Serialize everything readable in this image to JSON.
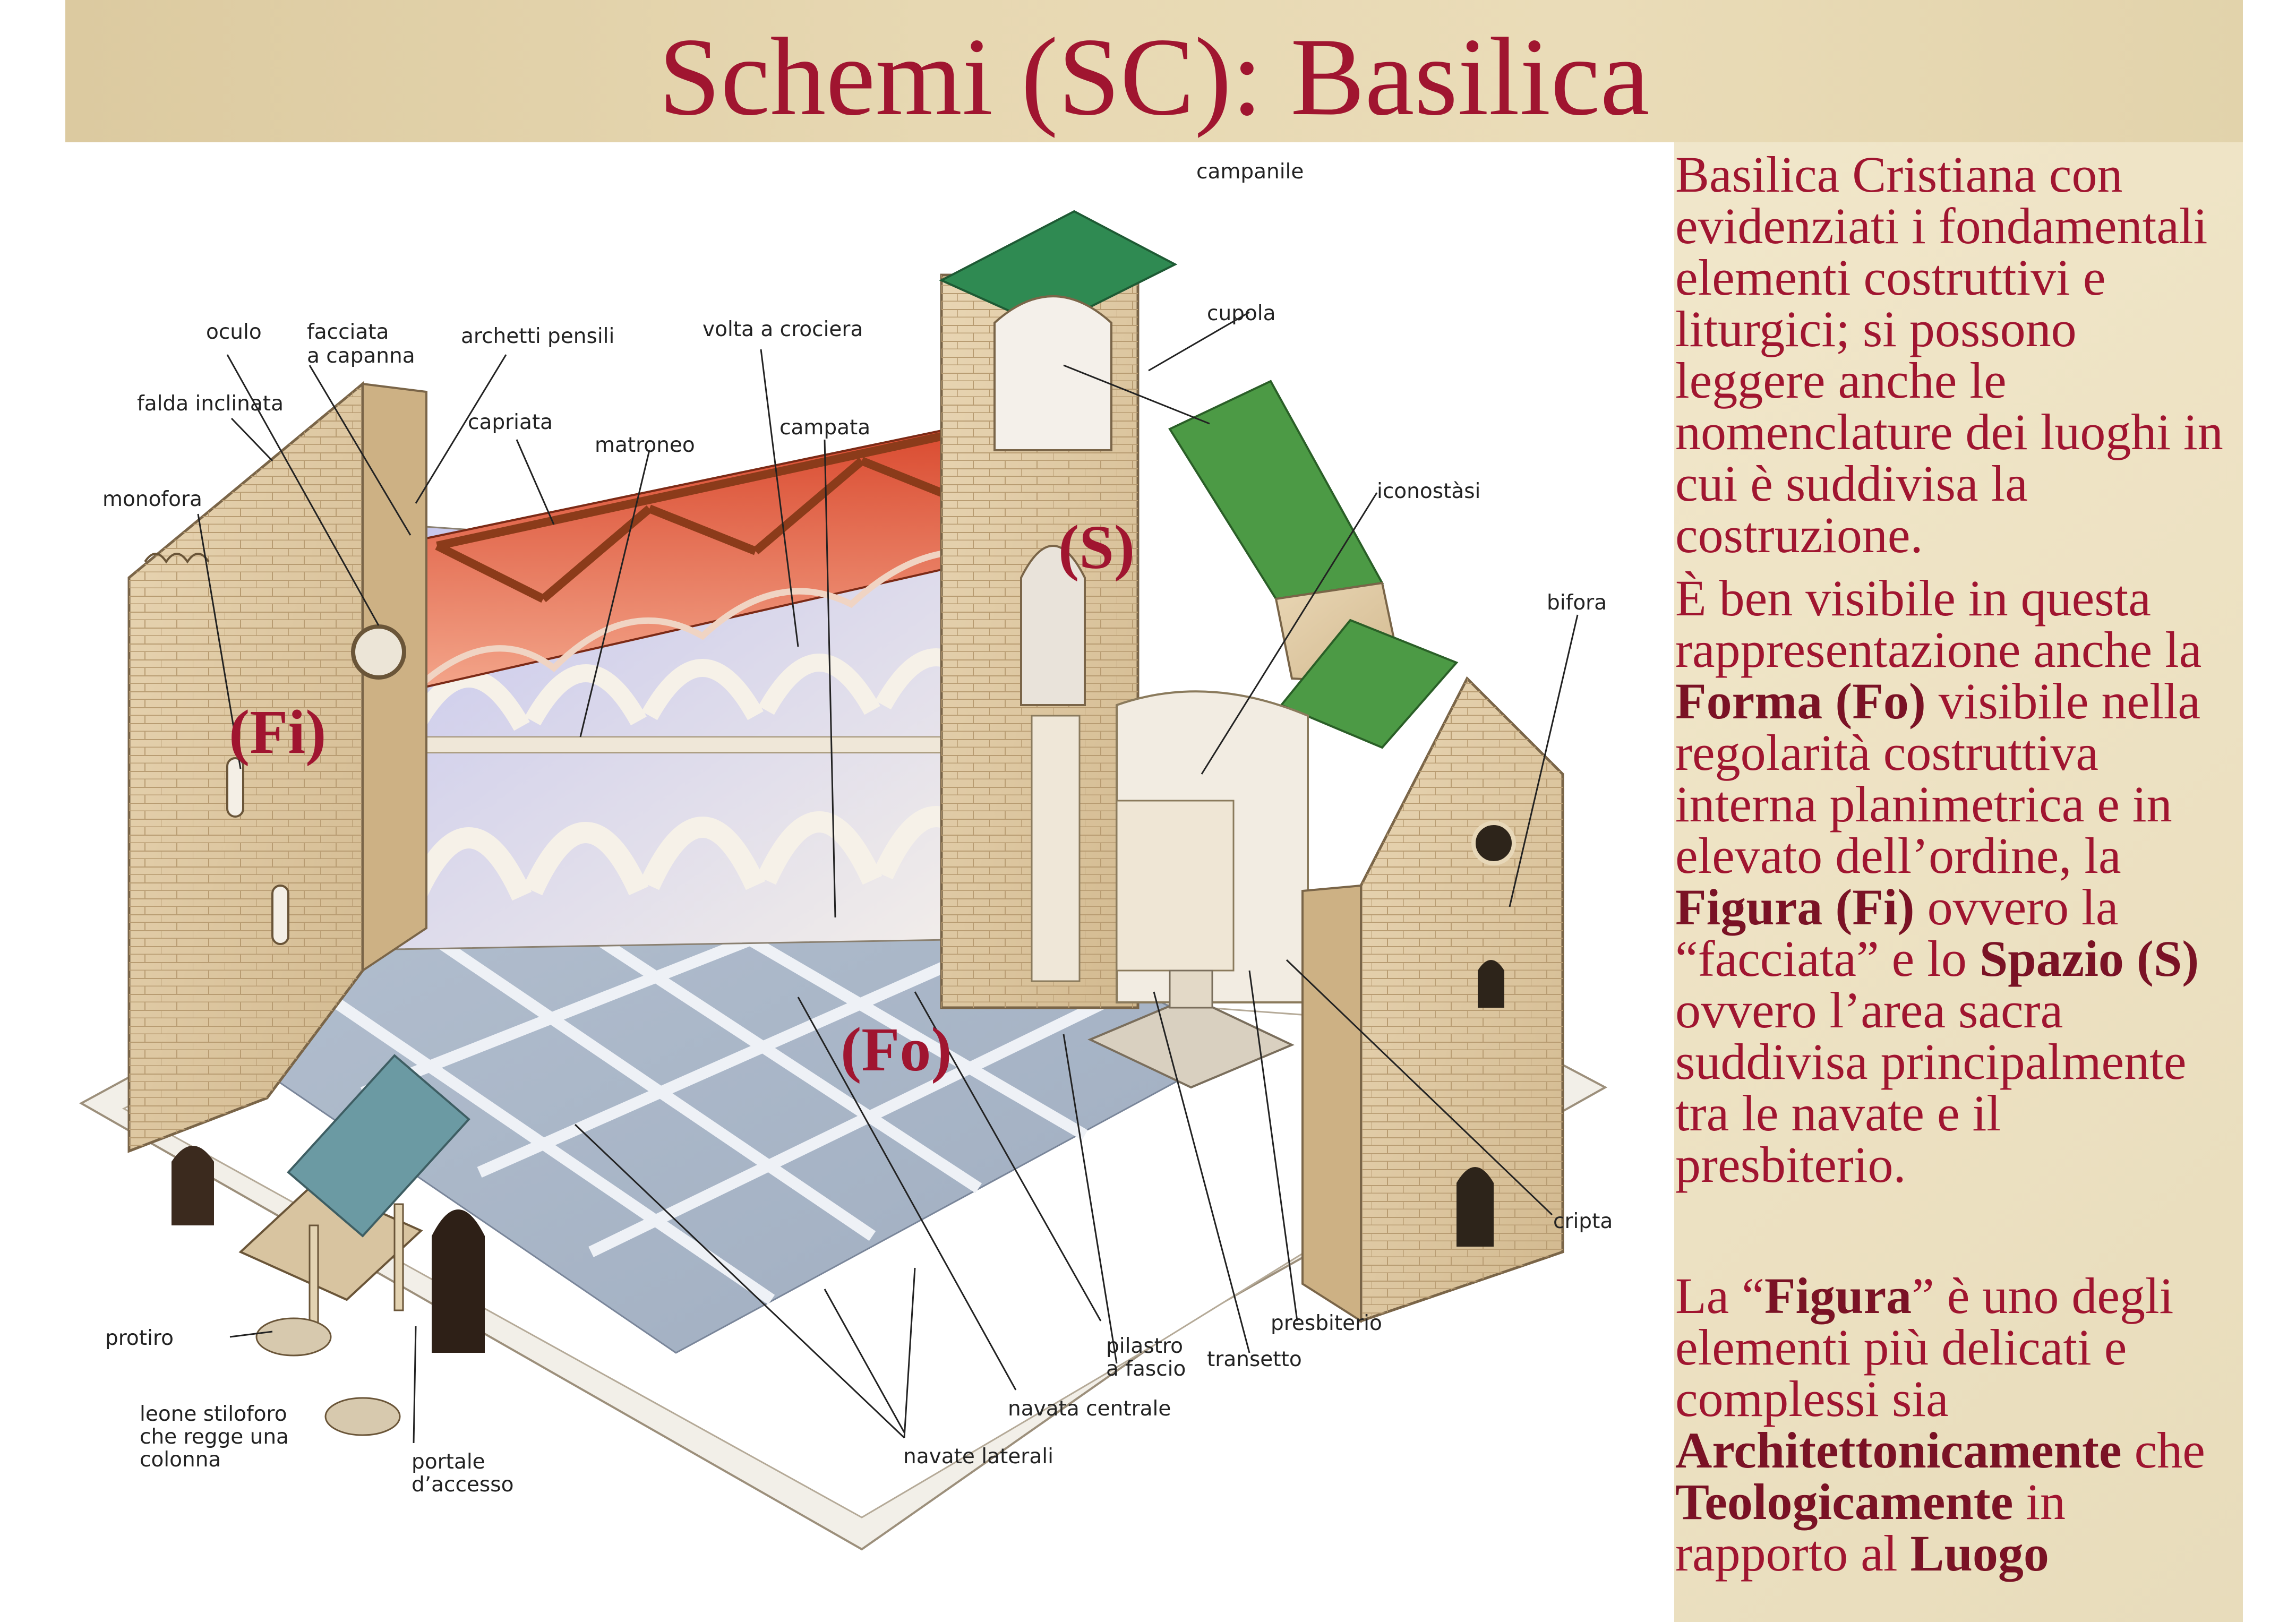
{
  "slide": {
    "title": "Schemi (SC): Basilica",
    "colors": {
      "title": "#a01530",
      "parchment": "#efe4c6",
      "text": "#a01530"
    }
  },
  "diagram": {
    "labels": {
      "campanile": "campanile",
      "cupola": "cupola",
      "oculo": "oculo",
      "facciata_capanna_1": "facciata",
      "facciata_capanna_2": "a capanna",
      "archetti_pensili": "archetti pensili",
      "volta_a_crociera": "volta a crociera",
      "falda_inclinata": "falda inclinata",
      "capriata": "capriata",
      "campata": "campata",
      "matroneo": "matroneo",
      "monofora": "monofora",
      "iconostasi": "iconostàsi",
      "bifora": "bifora",
      "cripta": "cripta",
      "presbiterio": "presbiterio",
      "protiro": "protiro",
      "pilastro_1": "pilastro",
      "pilastro_2": "a fascio",
      "transetto": "transetto",
      "navata_centrale": "navata centrale",
      "leone_1": "leone stiloforo",
      "leone_2": "che regge una",
      "leone_3": "colonna",
      "portale_1": "portale",
      "portale_2": "d’accesso",
      "navate_laterali": "navate laterali"
    },
    "markers": {
      "spazio": "(S)",
      "figura": "(Fi)",
      "forma": "(Fo)"
    }
  },
  "text": {
    "p1": "Basilica Cristiana con evidenziati i fondamentali  elementi costruttivi e liturgici; si possono leggere anche le nomenclature dei luoghi in cui è suddivisa la costruzione.",
    "p2_a": "È ben visibile in questa rappresentazione anche la ",
    "p2_forma": "Forma (Fo)",
    "p2_b": " visibile nella regolarità costruttiva interna planimetrica e in elevato dell’ordine, la ",
    "p2_figura": "Figura (Fi)",
    "p2_c": " ovvero la “facciata” e lo ",
    "p2_spazio": "Spazio (S)",
    "p2_d": " ovvero l’area sacra suddivisa principalmente tra le navate e il presbiterio.",
    "p3_a": "La “",
    "p3_figura": "Figura",
    "p3_b": "” è uno degli elementi più delicati e complessi sia ",
    "p3_arch": "Architettonicamente",
    "p3_c": " che ",
    "p3_teol": "Teologicamente",
    "p3_d": " in rapporto al ",
    "p3_luogo": "Luogo"
  }
}
